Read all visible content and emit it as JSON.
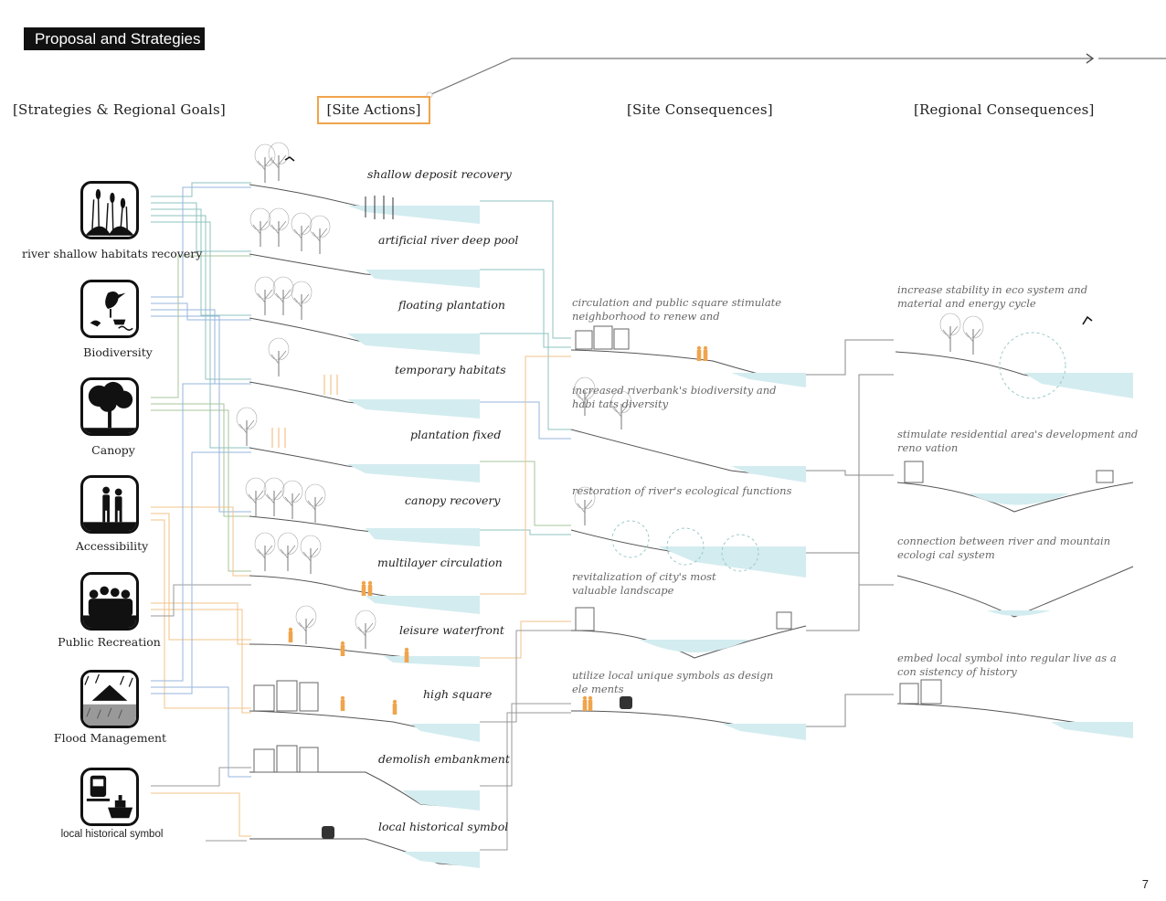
{
  "title": "Proposal and Strategies",
  "columns": {
    "strategies": "[Strategies & Regional Goals]",
    "site_actions": "[Site Actions]",
    "site_consequences": "[Site Consequences]",
    "regional_consequences": "[Regional Consequences]"
  },
  "goals": [
    {
      "label": "river shallow habitats recovery",
      "icon": "reeds-icon"
    },
    {
      "label": "Biodiversity",
      "icon": "bird-icon"
    },
    {
      "label": "Canopy",
      "icon": "tree-icon"
    },
    {
      "label": "Accessibility",
      "icon": "people-icon"
    },
    {
      "label": "Public Recreation",
      "icon": "crowd-icon"
    },
    {
      "label": "Flood Management",
      "icon": "flood-house-icon"
    },
    {
      "label": "local historical symbol",
      "icon": "train-ship-icon"
    }
  ],
  "site_actions": [
    "shallow deposit recovery",
    "artificial river deep pool",
    "floating plantation",
    "temporary habitats",
    "plantation fixed",
    "canopy recovery",
    "multilayer circulation",
    "leisure waterfront",
    "high square",
    "demolish embankment",
    "local historical symbol"
  ],
  "site_consequences": [
    "circulation and public square stimulate neighborhood to renew and",
    "increased riverbank's biodiversity and habi tats diversity",
    "restoration of river's ecological functions",
    "revitalization of city's most valuable landscape",
    "utilize local unique symbols as design ele ments"
  ],
  "regional_consequences": [
    "increase stability in eco system and material and energy cycle",
    "stimulate residential area's development and reno vation",
    "connection between river and mountain ecologi cal system",
    "embed local symbol into regular live as a con sistency of history"
  ],
  "page_number": "7",
  "colors": {
    "accent_orange": "#f0a44c",
    "water": "#cfe9ee",
    "line_teal": "#7fb8b8",
    "line_blue": "#8fb3d9",
    "line_gray": "#888888"
  }
}
